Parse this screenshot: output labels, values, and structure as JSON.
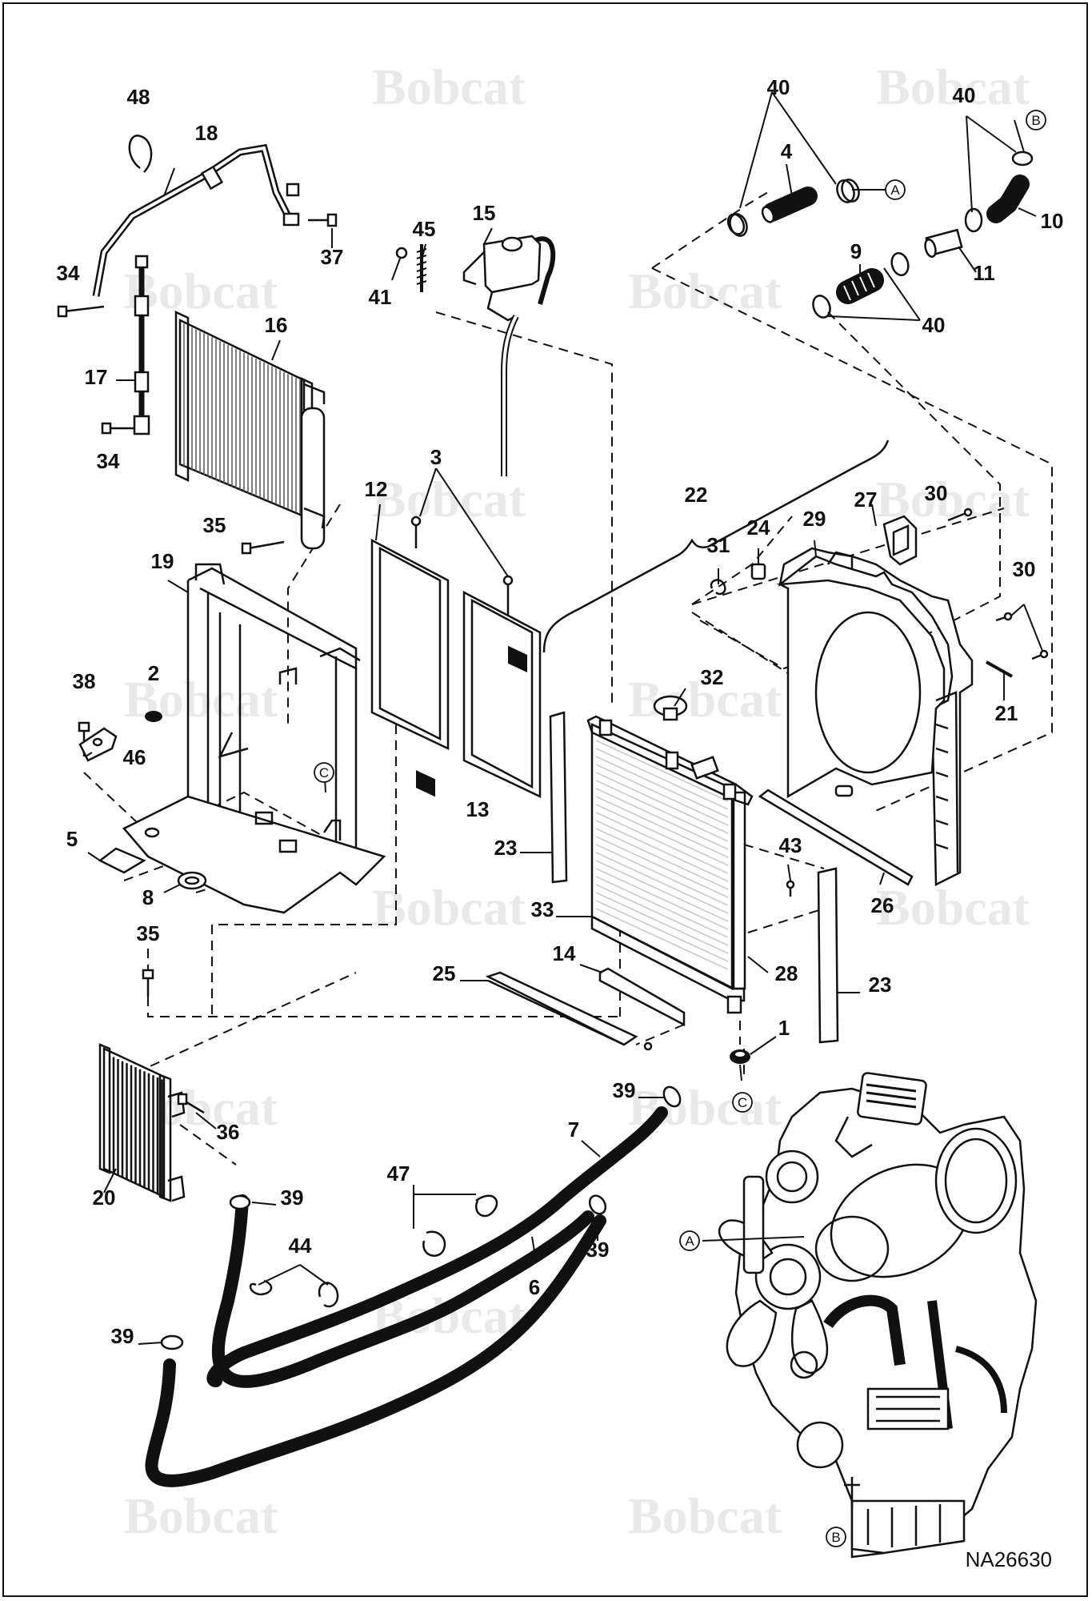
{
  "watermark": {
    "brand": "Bobcat",
    "color": "#e9e9e9"
  },
  "drawing_id": "NA26630",
  "reference_letters": [
    "A",
    "B",
    "C"
  ],
  "callouts": [
    {
      "id": "c48",
      "label": "48"
    },
    {
      "id": "c18",
      "label": "18"
    },
    {
      "id": "c37",
      "label": "37"
    },
    {
      "id": "c34a",
      "label": "34"
    },
    {
      "id": "c16",
      "label": "16"
    },
    {
      "id": "c17",
      "label": "17"
    },
    {
      "id": "c34b",
      "label": "34"
    },
    {
      "id": "c35a",
      "label": "35"
    },
    {
      "id": "c45",
      "label": "45"
    },
    {
      "id": "c15",
      "label": "15"
    },
    {
      "id": "c41",
      "label": "41"
    },
    {
      "id": "c40a",
      "label": "40"
    },
    {
      "id": "c4",
      "label": "4"
    },
    {
      "id": "c40b",
      "label": "40"
    },
    {
      "id": "c10",
      "label": "10"
    },
    {
      "id": "c9",
      "label": "9"
    },
    {
      "id": "c11",
      "label": "11"
    },
    {
      "id": "c40c",
      "label": "40"
    },
    {
      "id": "c3",
      "label": "3"
    },
    {
      "id": "c12",
      "label": "12"
    },
    {
      "id": "c22",
      "label": "22"
    },
    {
      "id": "c27",
      "label": "27"
    },
    {
      "id": "c30a",
      "label": "30"
    },
    {
      "id": "c29",
      "label": "29"
    },
    {
      "id": "c24",
      "label": "24"
    },
    {
      "id": "c31",
      "label": "31"
    },
    {
      "id": "c19",
      "label": "19"
    },
    {
      "id": "c30b",
      "label": "30"
    },
    {
      "id": "c38",
      "label": "38"
    },
    {
      "id": "c2",
      "label": "2"
    },
    {
      "id": "c32",
      "label": "32"
    },
    {
      "id": "c21",
      "label": "21"
    },
    {
      "id": "c46",
      "label": "46"
    },
    {
      "id": "c13",
      "label": "13"
    },
    {
      "id": "c5",
      "label": "5"
    },
    {
      "id": "c23a",
      "label": "23"
    },
    {
      "id": "c43",
      "label": "43"
    },
    {
      "id": "c8",
      "label": "8"
    },
    {
      "id": "c26",
      "label": "26"
    },
    {
      "id": "c33",
      "label": "33"
    },
    {
      "id": "c35b",
      "label": "35"
    },
    {
      "id": "c14",
      "label": "14"
    },
    {
      "id": "c25",
      "label": "25"
    },
    {
      "id": "c28",
      "label": "28"
    },
    {
      "id": "c23b",
      "label": "23"
    },
    {
      "id": "c1",
      "label": "1"
    },
    {
      "id": "c39a",
      "label": "39"
    },
    {
      "id": "c36",
      "label": "36"
    },
    {
      "id": "c7",
      "label": "7"
    },
    {
      "id": "c20",
      "label": "20"
    },
    {
      "id": "c47",
      "label": "47"
    },
    {
      "id": "c39b",
      "label": "39"
    },
    {
      "id": "c39c",
      "label": "39"
    },
    {
      "id": "c44",
      "label": "44"
    },
    {
      "id": "c6",
      "label": "6"
    },
    {
      "id": "c39d",
      "label": "39"
    }
  ]
}
